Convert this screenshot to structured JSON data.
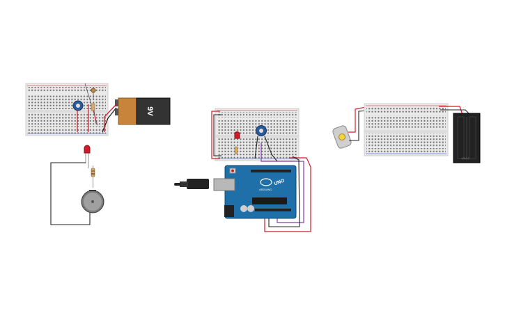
{
  "workspace": {
    "background": "#ffffff"
  },
  "battery_9v": {
    "label": "9V",
    "body_color": "#333333",
    "cap_color": "#c8843a"
  },
  "arduino": {
    "brand": "UNO",
    "maker_text": "ARDUINO",
    "board_color": "#1f6fa8"
  },
  "battery_pack": {
    "label": "1.5V×2",
    "body_color": "#222222"
  },
  "wire_colors": {
    "red": "#d01c2a",
    "black": "#222222",
    "purple": "#8a3aa8",
    "gray": "#555555"
  },
  "icons": [
    "potentiometer-icon",
    "led-icon",
    "resistor-icon",
    "buzzer-icon",
    "dc-motor-icon",
    "usb-cable-icon"
  ]
}
